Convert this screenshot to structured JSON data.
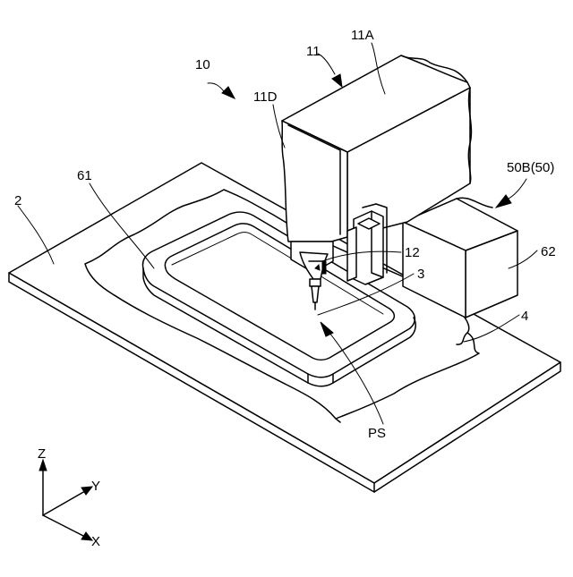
{
  "labels": {
    "ref_10": "10",
    "ref_11": "11",
    "ref_11A": "11A",
    "ref_11D": "11D",
    "ref_50B": "50B(50)",
    "ref_61": "61",
    "ref_2": "2",
    "ref_12": "12",
    "ref_3": "3",
    "ref_62": "62",
    "ref_4": "4",
    "ref_PS": "PS"
  },
  "axes": {
    "z": "Z",
    "y": "Y",
    "x": "X"
  }
}
